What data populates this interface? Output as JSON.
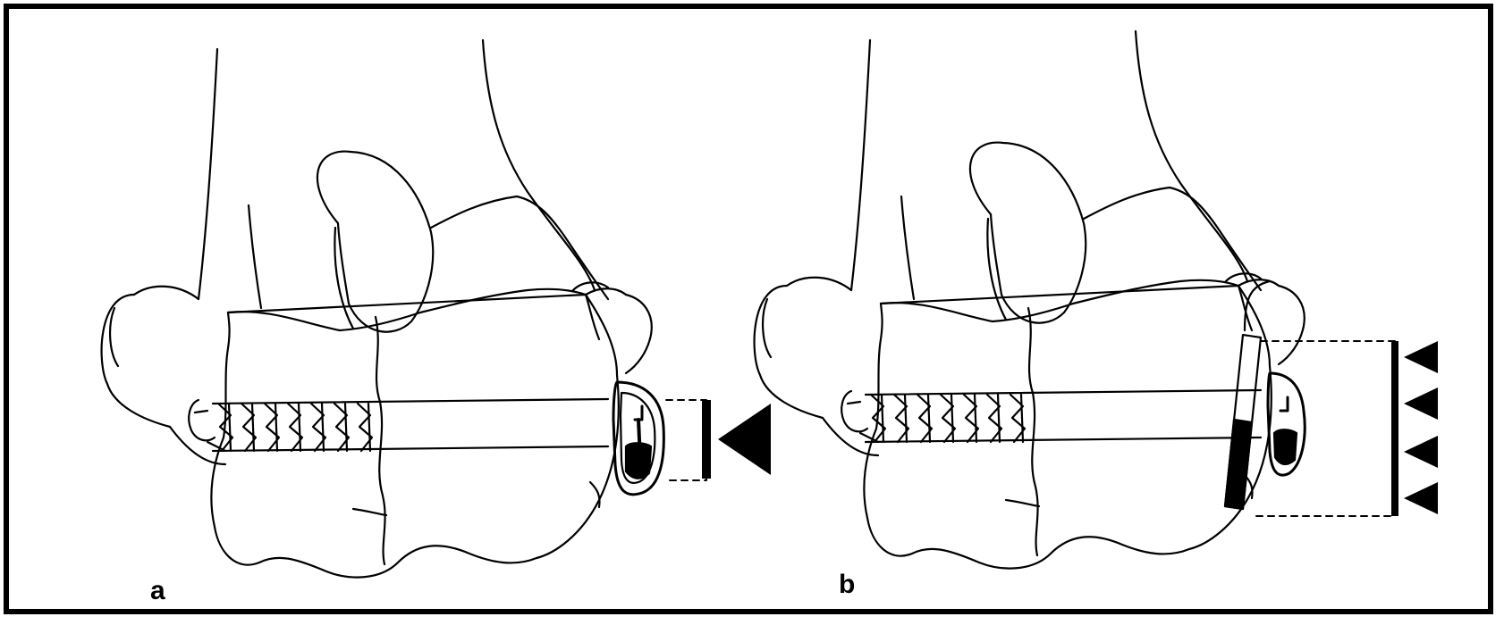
{
  "figure": {
    "panels": [
      {
        "id": "a",
        "label": "a"
      },
      {
        "id": "b",
        "label": "b"
      }
    ]
  }
}
